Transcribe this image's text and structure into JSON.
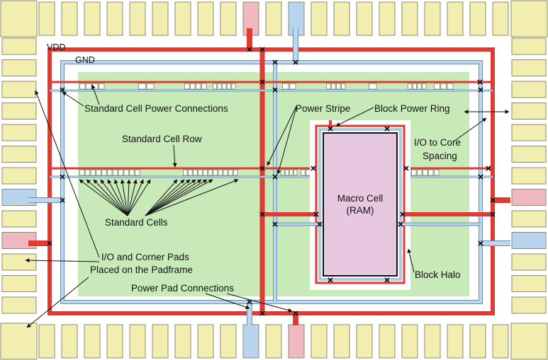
{
  "labels": {
    "vdd": "VDD",
    "gnd": "GND",
    "std_cell_power": "Standard Cell Power Connections",
    "power_stripe": "Power Stripe",
    "block_power_ring": "Block Power Ring",
    "std_cell_row": "Standard Cell Row",
    "io_core_spacing_1": "I/O to Core",
    "io_core_spacing_2": "Spacing",
    "macro_cell_1": "Macro Cell",
    "macro_cell_2": "(RAM)",
    "standard_cells": "Standard Cells",
    "io_pads_1": "I/O and Corner Pads",
    "io_pads_2": "Placed on the Padframe",
    "block_halo": "Block Halo",
    "power_pad_connections": "Power Pad Connections"
  },
  "colors": {
    "pad_fill": "#f2eeb0",
    "pad_stroke": "#8a8a70",
    "core_fill": "#c8eab8",
    "vdd_red": "#e03a32",
    "gnd_blue": "#bcd8ee",
    "gnd_stroke": "#6a8fb0",
    "vdd_pad": "#f0b8c0",
    "gnd_pad": "#b8d4ee",
    "macro_fill": "#e8c8e0",
    "arrow": "#111111"
  }
}
